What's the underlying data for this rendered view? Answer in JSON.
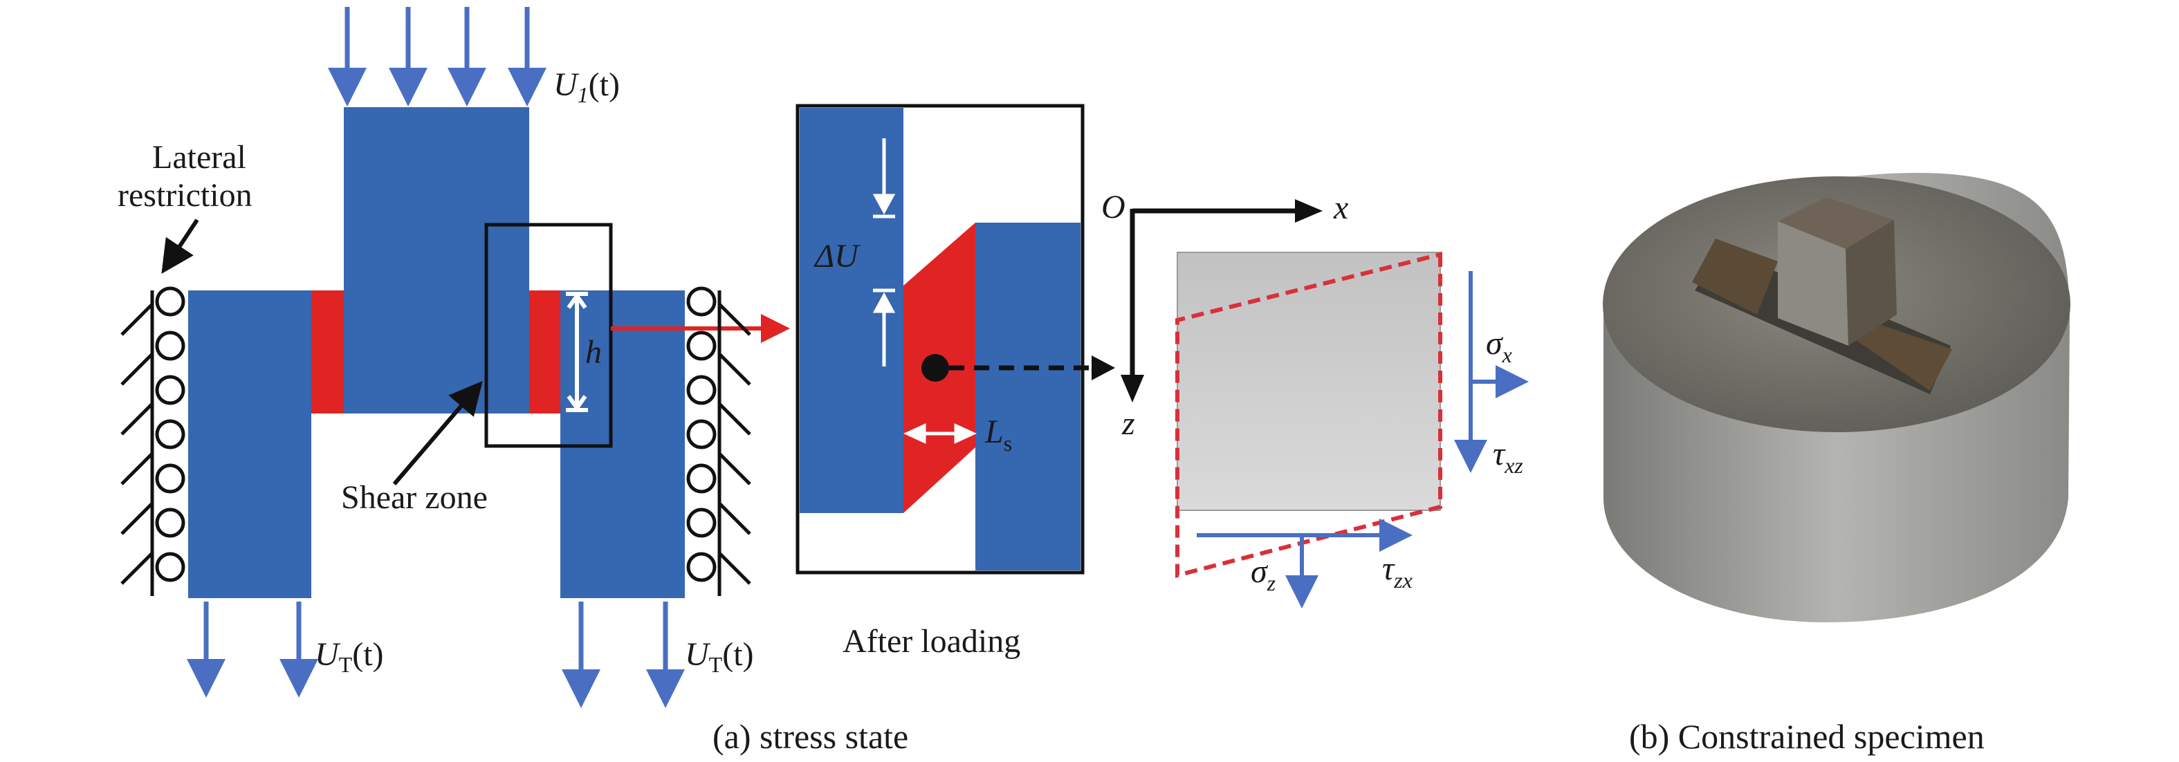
{
  "colors": {
    "block_blue": "#3667b1",
    "shear_red": "#e02424",
    "arrow_blue": "#4a6fc2",
    "dashed_red": "#d9303a",
    "ink": "#111111",
    "specimen_gray": "#b9b9b9"
  },
  "labels": {
    "u1": "U",
    "u1_sub": "1",
    "t_arg": "(t)",
    "ut": "U",
    "ut_sub": "T",
    "lateral_line1": "Lateral",
    "lateral_line2": "restriction",
    "h": "h",
    "shear_zone": "Shear zone",
    "delta_u": "ΔU",
    "ls": "L",
    "ls_sub": "s",
    "after_loading": "After loading",
    "origin": "O",
    "axis_x": "x",
    "axis_z": "z",
    "sigma_x": "σ",
    "sigma_x_sub": "x",
    "tau_xz": "τ",
    "tau_xz_sub": "xz",
    "sigma_z": "σ",
    "sigma_z_sub": "z",
    "tau_zx": "τ",
    "tau_zx_sub": "zx"
  },
  "captions": {
    "a": "(a) stress state",
    "b": "(b) Constrained specimen"
  }
}
